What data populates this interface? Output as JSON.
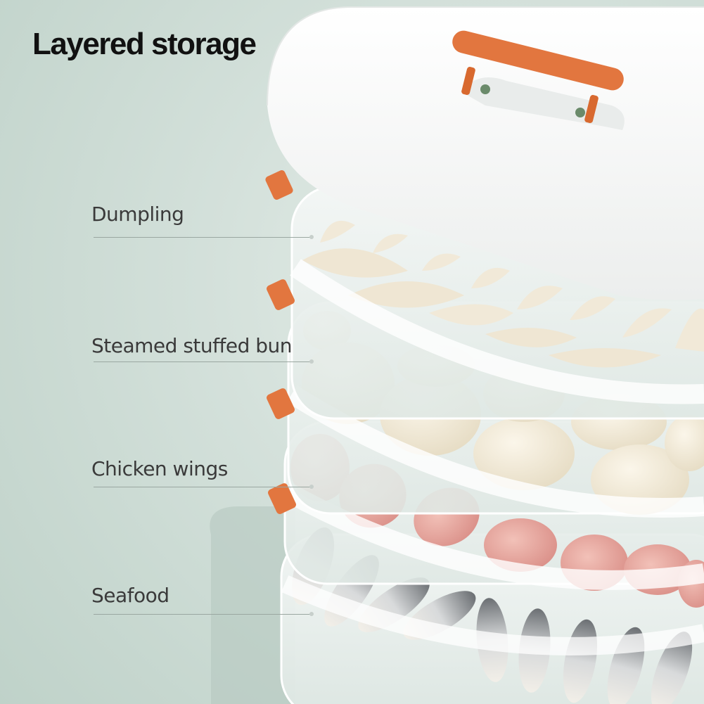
{
  "title": "Layered storage",
  "layers": [
    {
      "label": "Dumpling"
    },
    {
      "label": "Steamed stuffed bun"
    },
    {
      "label": "Chicken wings"
    },
    {
      "label": "Seafood"
    }
  ],
  "colors": {
    "background": "#cfdcd6",
    "lid": "#f6f7f6",
    "handle": "#e2763f",
    "tray": "#eef3f1",
    "label_text": "#3a3a3a"
  }
}
